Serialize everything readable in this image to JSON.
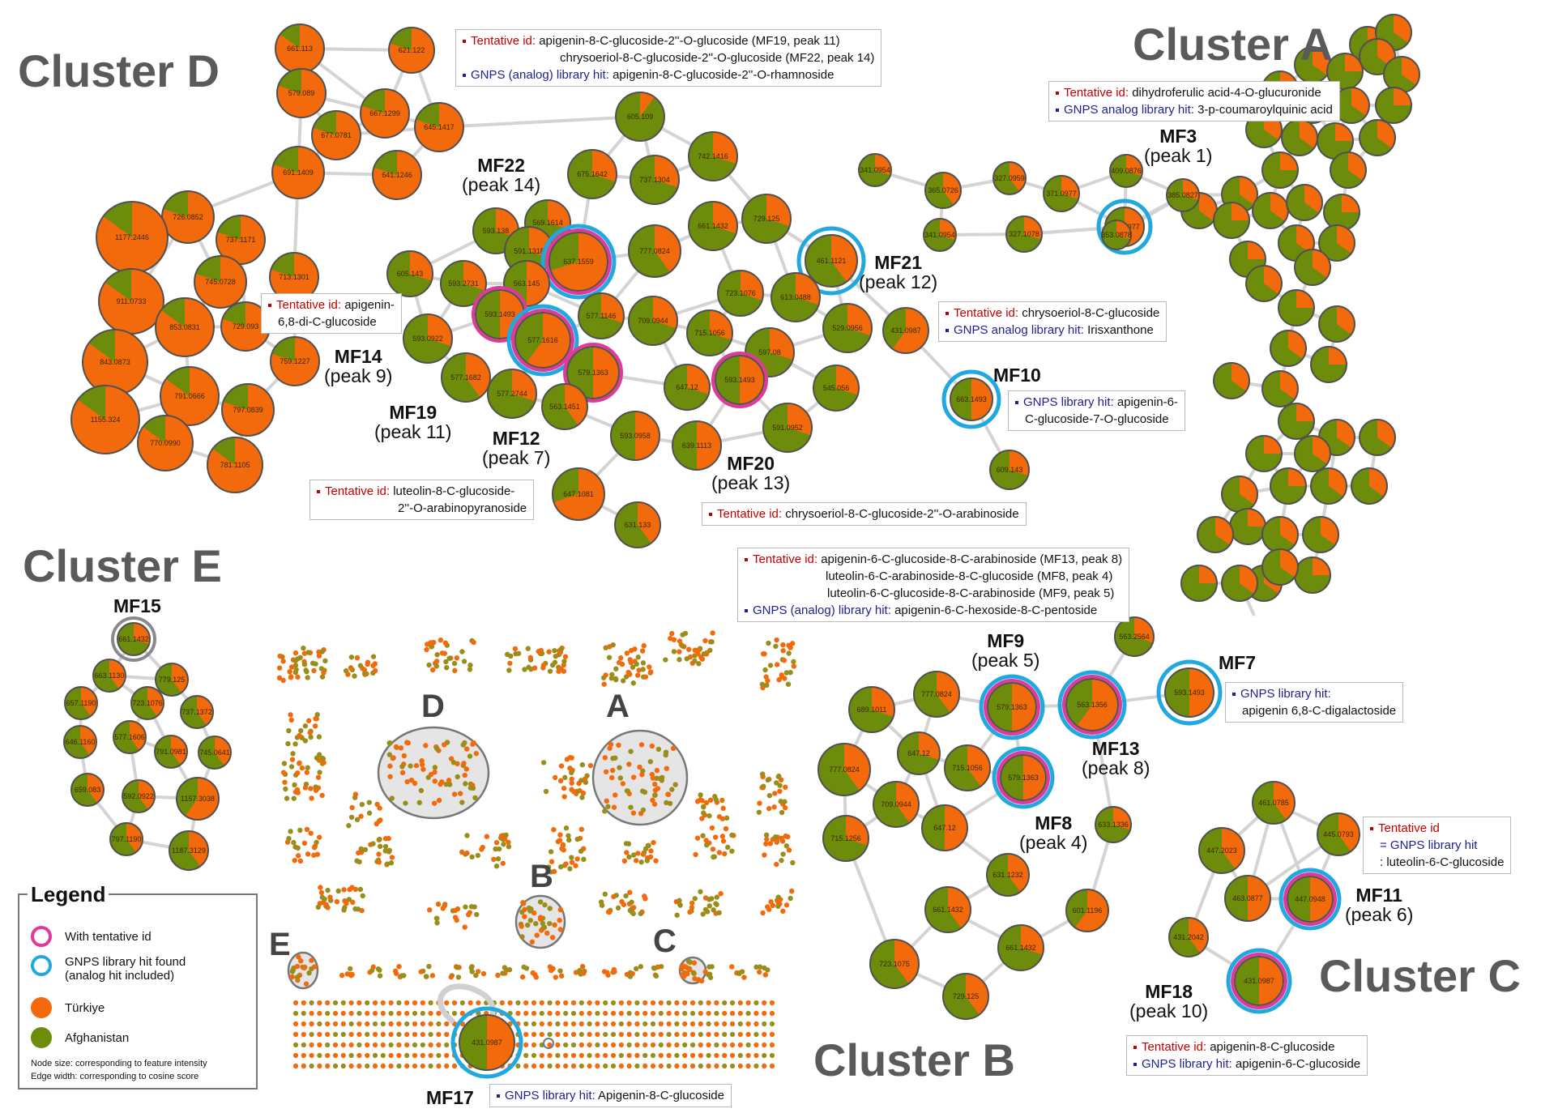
{
  "colors": {
    "turkiye": "#f26a0c",
    "afghanistan": "#6e8c0b",
    "tentative_ring": "#e0399a",
    "gnps_ring": "#22a8e0",
    "edge": "#d4d4d4",
    "cluster_title": "#5a5a5a",
    "overview_bg": "#e5e5e5"
  },
  "clusters": {
    "A": "Cluster A",
    "B": "Cluster B",
    "C": "Cluster C",
    "D": "Cluster D",
    "E": "Cluster E"
  },
  "mf_labels": {
    "mf3": {
      "name": "MF3",
      "peak": "(peak 1)"
    },
    "mf22": {
      "name": "MF22",
      "peak": "(peak 14)"
    },
    "mf21": {
      "name": "MF21",
      "peak": "(peak 12)"
    },
    "mf14": {
      "name": "MF14",
      "peak": "(peak 9)"
    },
    "mf19": {
      "name": "MF19",
      "peak": "(peak 11)"
    },
    "mf12": {
      "name": "MF12",
      "peak": "(peak 7)"
    },
    "mf20": {
      "name": "MF20",
      "peak": "(peak 13)"
    },
    "mf10": {
      "name": "MF10",
      "peak": ""
    },
    "mf15": {
      "name": "MF15",
      "peak": ""
    },
    "mf9": {
      "name": "MF9",
      "peak": "(peak 5)"
    },
    "mf13": {
      "name": "MF13",
      "peak": "(peak 8)"
    },
    "mf7": {
      "name": "MF7",
      "peak": ""
    },
    "mf8": {
      "name": "MF8",
      "peak": "(peak 4)"
    },
    "mf11": {
      "name": "MF11",
      "peak": "(peak 6)"
    },
    "mf18": {
      "name": "MF18",
      "peak": "(peak 10)"
    },
    "mf17": {
      "name": "MF17",
      "peak": ""
    }
  },
  "annotations": {
    "d_top": {
      "tent_label": "Tentative id:",
      "tent_1": " apigenin-8-C-glucoside-2''-O-glucoside  (MF19, peak 11)",
      "tent_2": "chrysoeriol-8-C-glucoside-2''-O-glucoside (MF22, peak 14)",
      "gnps_label": "GNPS (analog) library hit:",
      "gnps_1": " apigenin-8-C-glucoside-2''-O-rhamnoside"
    },
    "a_top": {
      "tent_label": "Tentative id:",
      "tent_1": " dihydroferulic acid-4-O-glucuronide",
      "gnps_label": "GNPS analog library hit:",
      "gnps_1": " 3-p-coumaroylquinic acid"
    },
    "mf14_box": {
      "tent_label": "Tentative id:",
      "tent_1": " apigenin-",
      "tent_2": "6,8-di-C-glucoside"
    },
    "mf21_box": {
      "tent_label": "Tentative id:",
      "tent_1": " chrysoeriol-8-C-glucoside",
      "gnps_label": "GNPS analog library hit:",
      "gnps_1": " Irisxanthone"
    },
    "mf10_box": {
      "gnps_label": "GNPS library hit:",
      "gnps_1": " apigenin-6-",
      "gnps_2": "C-glucoside-7-O-glucoside"
    },
    "mf12_box": {
      "tent_label": "Tentative id:",
      "tent_1": " luteolin-8-C-glucoside-",
      "tent_2": "2''-O-arabinopyranoside"
    },
    "mf20_box": {
      "tent_label": "Tentative id:",
      "tent_1": " chrysoeriol-8-C-glucoside-2''-O-arabinoside"
    },
    "b_top": {
      "tent_label": "Tentative id:",
      "tent_1": " apigenin-6-C-glucoside-8-C-arabinoside (MF13, peak 8)",
      "tent_2": "luteolin-6-C-arabinoside-8-C-glucoside (MF8, peak 4)",
      "tent_3": "luteolin-6-C-glucoside-8-C-arabinoside (MF9, peak 5)",
      "gnps_label": "GNPS (analog) library hit:",
      "gnps_1": " apigenin-6-C-hexoside-8-C-pentoside"
    },
    "mf7_box": {
      "gnps_label": "GNPS library hit:",
      "gnps_1": "apigenin 6,8-C-digalactoside"
    },
    "c_box": {
      "tent_label": "Tentative id",
      "gnps_1": "= GNPS library hit",
      "gnps_2": ": luteolin-6-C-glucoside"
    },
    "mf18_box": {
      "tent_label": "Tentative id:",
      "tent_1": " apigenin-8-C-glucoside",
      "gnps_label": "GNPS library hit:",
      "gnps_1": " apigenin-6-C-glucoside"
    },
    "mf17_box": {
      "gnps_label": "GNPS library hit:",
      "gnps_1": " Apigenin-8-C-glucoside"
    }
  },
  "legend": {
    "title": "Legend",
    "items": [
      {
        "label": "With tentative id",
        "kind": "tentative-ring"
      },
      {
        "label": "GNPS library hit found",
        "label2": "(analog hit included)",
        "kind": "gnps-ring"
      },
      {
        "label": "Türkiye",
        "kind": "turkiye"
      },
      {
        "label": "Afghanistan",
        "kind": "afghanistan"
      }
    ],
    "note_1": "Node size: corresponding to feature intensity",
    "note_2": "Edge width: corresponding to cosine score"
  },
  "overview_letters": [
    "D",
    "A",
    "B",
    "C",
    "E"
  ],
  "nodes": [
    {
      "id": "d1",
      "label": "661.113",
      "frac": 0.85
    },
    {
      "id": "d2",
      "label": "621.122",
      "frac": 0.8
    },
    {
      "id": "d3",
      "label": "579.089",
      "frac": 0.8
    },
    {
      "id": "d4",
      "label": "667.1299",
      "frac": 0.8
    },
    {
      "id": "d5",
      "label": "677.0781",
      "frac": 0.8
    },
    {
      "id": "d6",
      "label": "645.1417",
      "frac": 0.8
    },
    {
      "id": "d7",
      "label": "691.1409",
      "frac": 0.8
    },
    {
      "id": "d8",
      "label": "641.1246",
      "frac": 0.8
    },
    {
      "id": "d9",
      "label": "726.0852",
      "frac": 0.8
    },
    {
      "id": "d10",
      "label": "1177.2446",
      "frac": 0.85
    },
    {
      "id": "d11",
      "label": "737.1171",
      "frac": 0.8
    },
    {
      "id": "d12",
      "label": "713.1301",
      "frac": 0.8
    },
    {
      "id": "d13",
      "label": "745.0728",
      "frac": 0.8
    },
    {
      "id": "d14",
      "label": "911.0733",
      "frac": 0.85
    },
    {
      "id": "d15",
      "label": "853.0831",
      "frac": 0.85
    },
    {
      "id": "d16",
      "label": "729.093",
      "frac": 0.8
    },
    {
      "id": "d17",
      "label": "843.0873",
      "frac": 0.85
    },
    {
      "id": "d18",
      "label": "759.1227",
      "frac": 0.8
    },
    {
      "id": "d19",
      "label": "791.0666",
      "frac": 0.85
    },
    {
      "id": "d20",
      "label": "797.0839",
      "frac": 0.8
    },
    {
      "id": "d21",
      "label": "1155.324",
      "frac": 0.85
    },
    {
      "id": "d22",
      "label": "770.0990",
      "frac": 0.85
    },
    {
      "id": "d23",
      "label": "781.1105",
      "frac": 0.85
    },
    {
      "id": "d24",
      "label": "605.109",
      "frac": 0.1
    },
    {
      "id": "d25",
      "label": "675.1642",
      "frac": 0.3
    },
    {
      "id": "d26",
      "label": "737.1304",
      "frac": 0.3
    },
    {
      "id": "d27",
      "label": "742.1416",
      "frac": 0.3
    },
    {
      "id": "d28",
      "label": "569.1614",
      "frac": 0.3
    },
    {
      "id": "d29",
      "label": "593.138",
      "frac": 0.3
    },
    {
      "id": "d30",
      "label": "591.1318",
      "frac": 0.3
    },
    {
      "id": "d31",
      "label": "637.1559",
      "frac": 0.7
    },
    {
      "id": "d32",
      "label": "777.0824",
      "frac": 0.4
    },
    {
      "id": "d33",
      "label": "661.1432",
      "frac": 0.3
    },
    {
      "id": "d34",
      "label": "729.125",
      "frac": 0.3
    },
    {
      "id": "d35",
      "label": "461.1121",
      "frac": 0.4
    },
    {
      "id": "d36",
      "label": "605.143",
      "frac": 0.3
    },
    {
      "id": "d37",
      "label": "593.2731",
      "frac": 0.3
    },
    {
      "id": "d38",
      "label": "563.145",
      "frac": 0.5
    },
    {
      "id": "d39",
      "label": "593.1493",
      "frac": 0.5
    },
    {
      "id": "d40",
      "label": "723.1076",
      "frac": 0.3
    },
    {
      "id": "d41",
      "label": "613.0488",
      "frac": 0.3
    },
    {
      "id": "d42",
      "label": "577.1146",
      "frac": 0.3
    },
    {
      "id": "d43",
      "label": "709.0944",
      "frac": 0.3
    },
    {
      "id": "d44",
      "label": "577.1616",
      "frac": 0.6
    },
    {
      "id": "d45",
      "label": "593.0922",
      "frac": 0.3
    },
    {
      "id": "d46",
      "label": "529.0956",
      "frac": 0.3
    },
    {
      "id": "d47",
      "label": "715.1056",
      "frac": 0.3
    },
    {
      "id": "d48",
      "label": "597.08",
      "frac": 0.3
    },
    {
      "id": "d49",
      "label": "579.1363",
      "frac": 0.5
    },
    {
      "id": "d50",
      "label": "577.1682",
      "frac": 0.4
    },
    {
      "id": "d51",
      "label": "577.2744",
      "frac": 0.3
    },
    {
      "id": "d52",
      "label": "647.12",
      "frac": 0.3
    },
    {
      "id": "d53",
      "label": "593.1493",
      "frac": 0.5
    },
    {
      "id": "d54",
      "label": "545.056",
      "frac": 0.3
    },
    {
      "id": "d55",
      "label": "563.1451",
      "frac": 0.4
    },
    {
      "id": "d56",
      "label": "591.0952",
      "frac": 0.3
    },
    {
      "id": "d57",
      "label": "593.0958",
      "frac": 0.5
    },
    {
      "id": "d58",
      "label": "639.1113",
      "frac": 0.5
    },
    {
      "id": "d59",
      "label": "647.1081",
      "frac": 0.7
    },
    {
      "id": "d60",
      "label": "631.133",
      "frac": 0.4
    },
    {
      "id": "d61",
      "label": "431.0987",
      "frac": 0.6
    },
    {
      "id": "a1",
      "label": "341.0954",
      "frac": 0.3
    },
    {
      "id": "a2",
      "label": "365.0726",
      "frac": 0.4
    },
    {
      "id": "a3",
      "label": "327.0959",
      "frac": 0.4
    },
    {
      "id": "a4",
      "label": "371.0977",
      "frac": 0.3
    },
    {
      "id": "a5",
      "label": "409.0876",
      "frac": 0.3
    },
    {
      "id": "a6",
      "label": "371.0977",
      "frac": 0.5
    },
    {
      "id": "a7",
      "label": "385.0827",
      "frac": 0.3
    },
    {
      "id": "a8",
      "label": "341.0954",
      "frac": 0.3
    },
    {
      "id": "a9",
      "label": "327.1078",
      "frac": 0.3
    },
    {
      "id": "a10",
      "label": "353.0878",
      "frac": 0.3
    },
    {
      "id": "a11",
      "label": "663.1493",
      "frac": 0.5
    },
    {
      "id": "a12",
      "label": "609.143",
      "frac": 0.3
    },
    {
      "id": "e1",
      "label": "661.1432",
      "frac": 0.3
    },
    {
      "id": "e2",
      "label": "663.1130",
      "frac": 0.4
    },
    {
      "id": "e3",
      "label": "779.125",
      "frac": 0.4
    },
    {
      "id": "e4",
      "label": "657.1190",
      "frac": 0.4
    },
    {
      "id": "e5",
      "label": "723.1076",
      "frac": 0.4
    },
    {
      "id": "e6",
      "label": "737.1372",
      "frac": 0.4
    },
    {
      "id": "e7",
      "label": "646.1160",
      "frac": 0.4
    },
    {
      "id": "e8",
      "label": "577.1606",
      "frac": 0.4
    },
    {
      "id": "e9",
      "label": "791.0981",
      "frac": 0.4
    },
    {
      "id": "e10",
      "label": "745.0641",
      "frac": 0.4
    },
    {
      "id": "e11",
      "label": "659.083",
      "frac": 0.4
    },
    {
      "id": "e12",
      "label": "592.0922",
      "frac": 0.4
    },
    {
      "id": "e13",
      "label": "1157.3038",
      "frac": 0.6
    },
    {
      "id": "e14",
      "label": "797.1190",
      "frac": 0.4
    },
    {
      "id": "e15",
      "label": "1187.3129",
      "frac": 0.4
    },
    {
      "id": "b1",
      "label": "563.2564",
      "frac": 0.3
    },
    {
      "id": "b2",
      "label": "777.0824",
      "frac": 0.4
    },
    {
      "id": "b3",
      "label": "579.1363",
      "frac": 0.5
    },
    {
      "id": "b4",
      "label": "563.1356",
      "frac": 0.6
    },
    {
      "id": "b5",
      "label": "593.1493",
      "frac": 0.5
    },
    {
      "id": "b6",
      "label": "689.1011",
      "frac": 0.3
    },
    {
      "id": "b7",
      "label": "647.12",
      "frac": 0.3
    },
    {
      "id": "b8",
      "label": "715.1056",
      "frac": 0.4
    },
    {
      "id": "b9",
      "label": "777.0824",
      "frac": 0.4
    },
    {
      "id": "b10",
      "label": "579.1363",
      "frac": 0.5
    },
    {
      "id": "b11",
      "label": "709.0944",
      "frac": 0.4
    },
    {
      "id": "b12",
      "label": "647.12",
      "frac": 0.5
    },
    {
      "id": "b13",
      "label": "633.1336",
      "frac": 0.3
    },
    {
      "id": "b14",
      "label": "715.1256",
      "frac": 0.3
    },
    {
      "id": "b15",
      "label": "631.1232",
      "frac": 0.4
    },
    {
      "id": "b16",
      "label": "661.1432",
      "frac": 0.4
    },
    {
      "id": "b17",
      "label": "601.1196",
      "frac": 0.6
    },
    {
      "id": "b18",
      "label": "661.1432",
      "frac": 0.3
    },
    {
      "id": "b19",
      "label": "723.1075",
      "frac": 0.4
    },
    {
      "id": "b20",
      "label": "729.125",
      "frac": 0.4
    },
    {
      "id": "c1",
      "label": "461.0785",
      "frac": 0.4
    },
    {
      "id": "c2",
      "label": "445.0793",
      "frac": 0.4
    },
    {
      "id": "c3",
      "label": "447.2023",
      "frac": 0.4
    },
    {
      "id": "c4",
      "label": "463.0877",
      "frac": 0.5
    },
    {
      "id": "c5",
      "label": "447.0948",
      "frac": 0.5
    },
    {
      "id": "c6",
      "label": "431.2042",
      "frac": 0.4
    },
    {
      "id": "c7",
      "label": "431.0987",
      "frac": 0.5
    },
    {
      "id": "ov1",
      "label": "431.0987",
      "frac": 0.5
    }
  ]
}
